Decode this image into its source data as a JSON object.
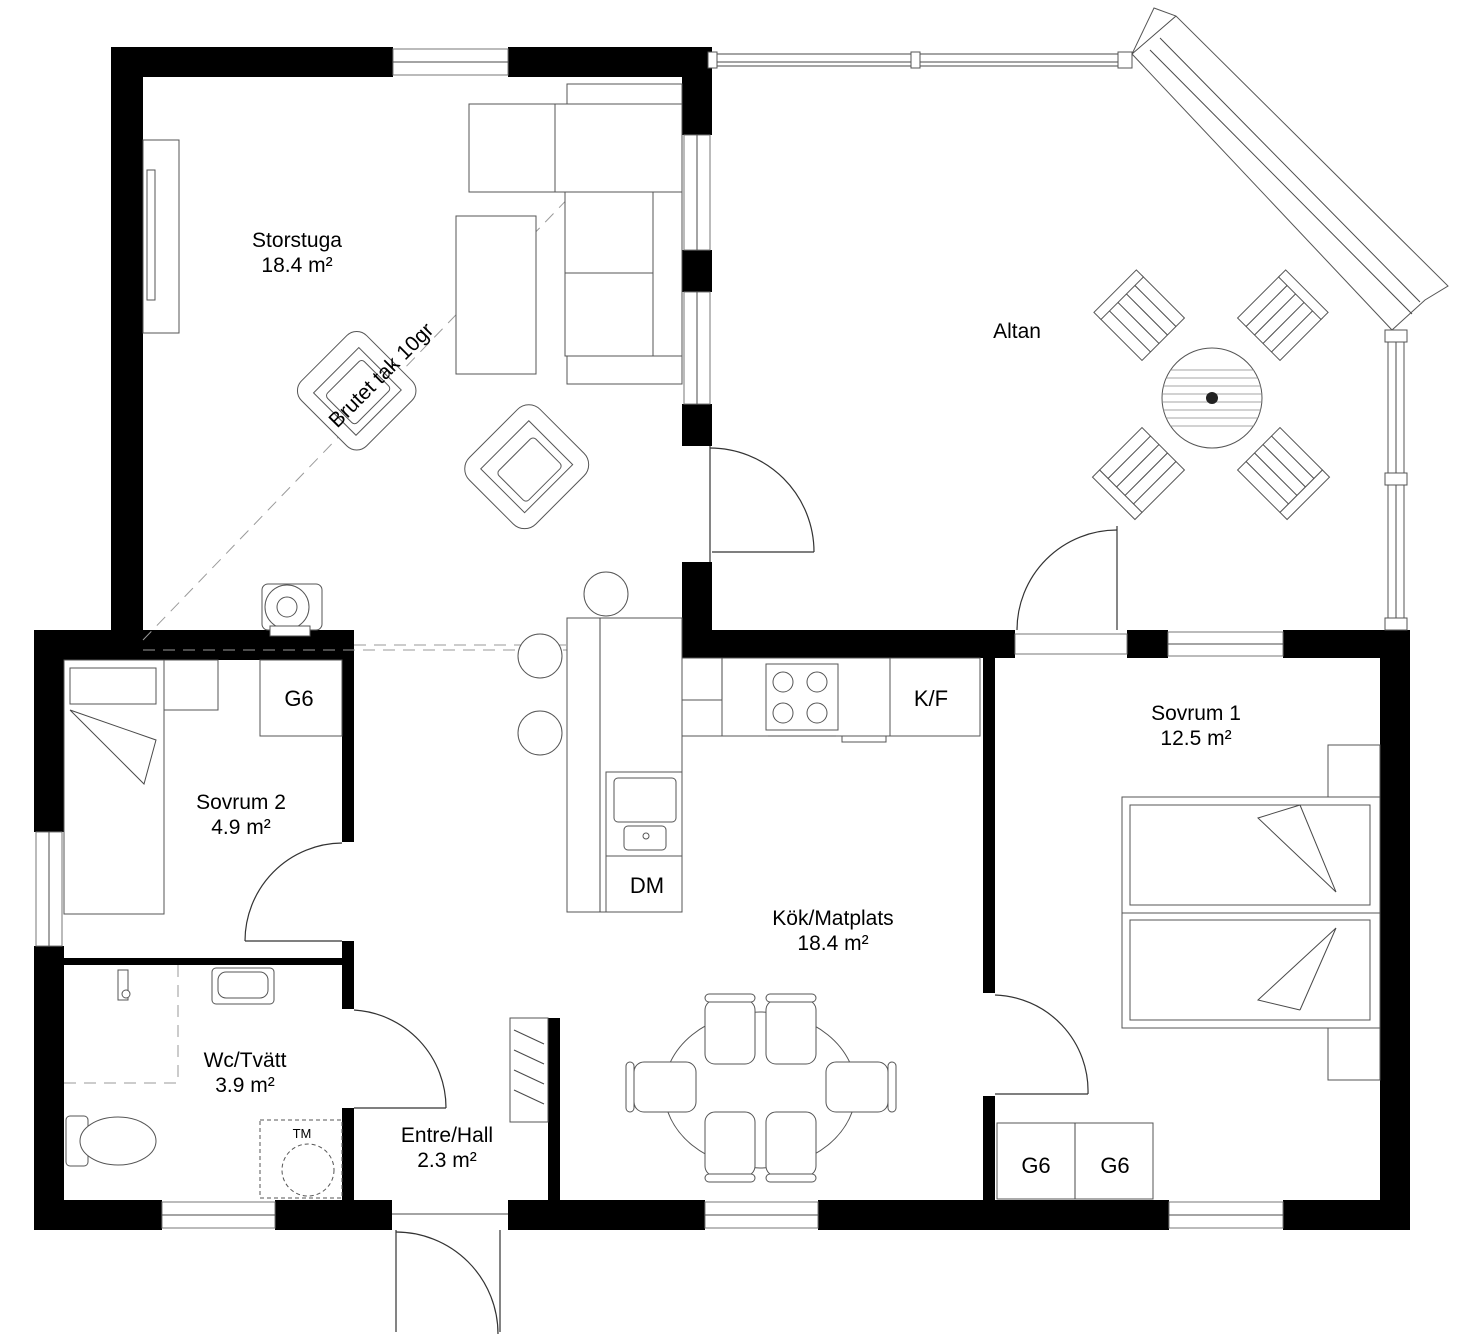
{
  "rooms": {
    "storstuga": {
      "name": "Storstuga",
      "area": "18.4 m²"
    },
    "altan": {
      "name": "Altan"
    },
    "sovrum1": {
      "name": "Sovrum 1",
      "area": "12.5 m²"
    },
    "sovrum2": {
      "name": "Sovrum 2",
      "area": "4.9 m²"
    },
    "kok": {
      "name": "Kök/Matplats",
      "area": "18.4 m²"
    },
    "wc": {
      "name": "Wc/Tvätt",
      "area": "3.9 m²"
    },
    "entre": {
      "name": "Entre/Hall",
      "area": "2.3 m²"
    }
  },
  "annotations": {
    "roof_note": "Brutet tak 10gr"
  },
  "fixtures": {
    "wardrobe_sovrum2": "G6",
    "fridge_freezer": "K/F",
    "dishwasher": "DM",
    "wardrobe_sovrum1_a": "G6",
    "wardrobe_sovrum1_b": "G6",
    "washer": "TM"
  }
}
